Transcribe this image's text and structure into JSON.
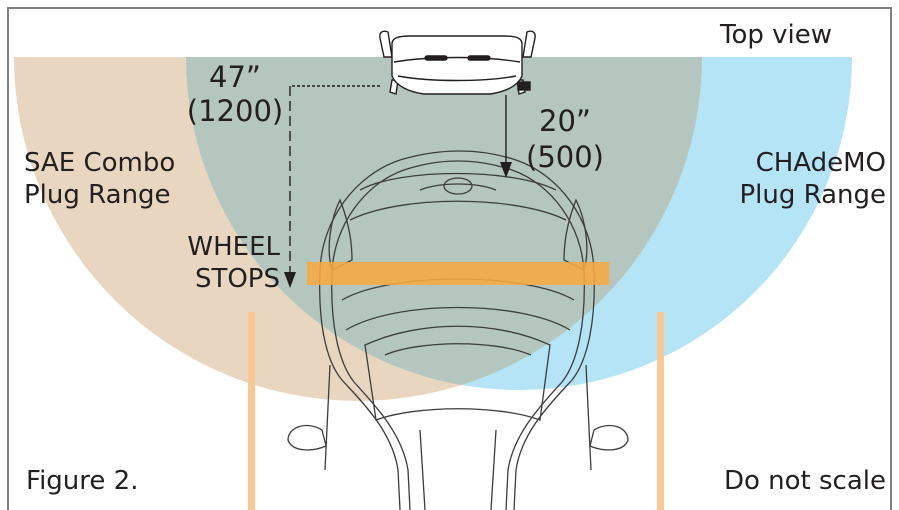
{
  "labels": {
    "view": "Top view",
    "dim_left_inch": "47”",
    "dim_left_mm": "(1200)",
    "dim_front_inch": "20”",
    "dim_front_mm": "(500)",
    "sae_line1": "SAE Combo",
    "sae_line2": "Plug Range",
    "chademo_line1": "CHAdeMO",
    "chademo_line2": "Plug Range",
    "wheel_line1": "WHEEL",
    "wheel_line2": "STOPS",
    "figure": "Figure 2.",
    "scale_note": "Do not scale"
  },
  "colors": {
    "sae_range": "#e8d6c0",
    "chademo_range": "#b5e4f6",
    "overlap": "#b4c6be",
    "wheel_stop": "#f7a941",
    "parking_line": "#fac893",
    "frame": "#808080",
    "text": "#231f20"
  },
  "icons": {
    "charger": "charger-unit-icon",
    "car": "car-top-view-icon"
  }
}
